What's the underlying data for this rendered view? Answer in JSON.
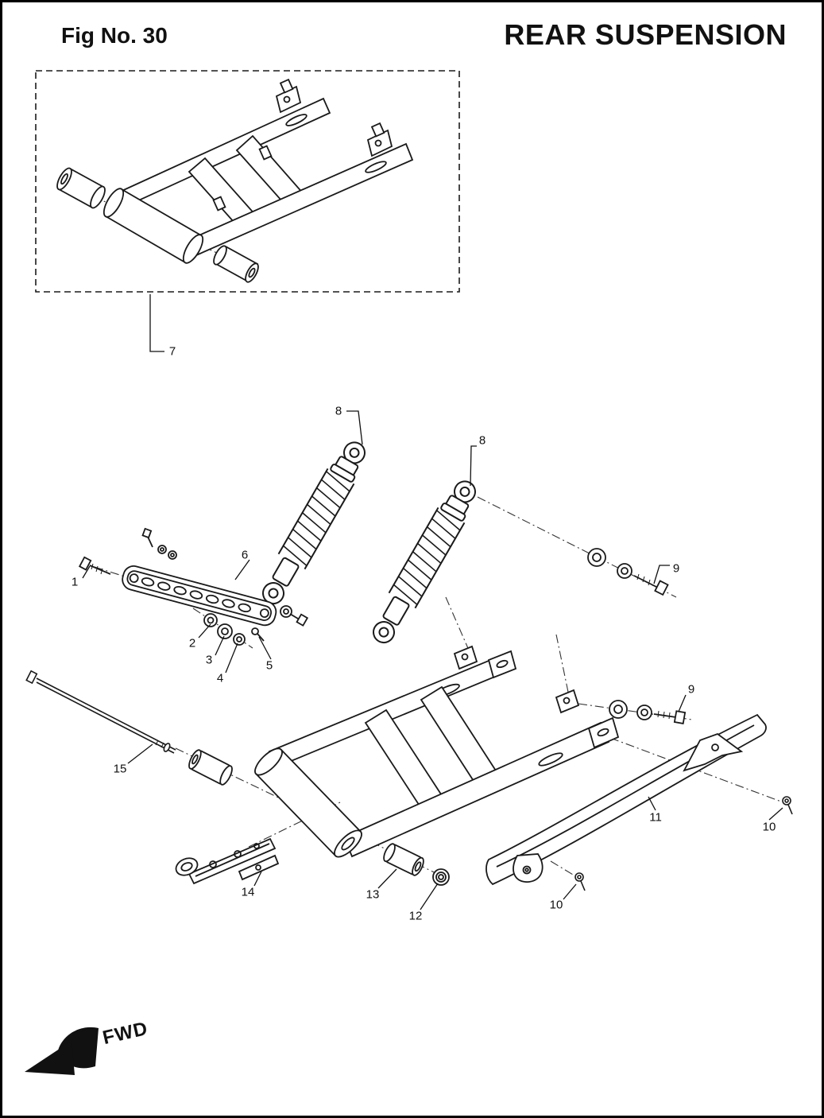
{
  "page": {
    "fig_label": "Fig No. 30",
    "title": "REAR SUSPENSION",
    "fwd_label": "FWD",
    "background_color": "#ffffff",
    "line_color": "#1a1a1a",
    "border_color": "#000000"
  },
  "callouts": [
    {
      "num": "1"
    },
    {
      "num": "2"
    },
    {
      "num": "3"
    },
    {
      "num": "4"
    },
    {
      "num": "5"
    },
    {
      "num": "6"
    },
    {
      "num": "7"
    },
    {
      "num": "8"
    },
    {
      "num": "8"
    },
    {
      "num": "9"
    },
    {
      "num": "9"
    },
    {
      "num": "10"
    },
    {
      "num": "10"
    },
    {
      "num": "11"
    },
    {
      "num": "12"
    },
    {
      "num": "13"
    },
    {
      "num": "14"
    },
    {
      "num": "15"
    }
  ]
}
